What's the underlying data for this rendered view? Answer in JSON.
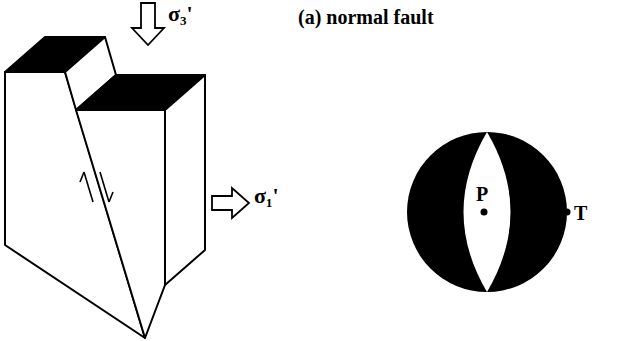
{
  "diagram": {
    "title": "(a) normal fault",
    "labels": [
      "σ₃'",
      "σ₁'",
      "P",
      "T"
    ]
  }
}
